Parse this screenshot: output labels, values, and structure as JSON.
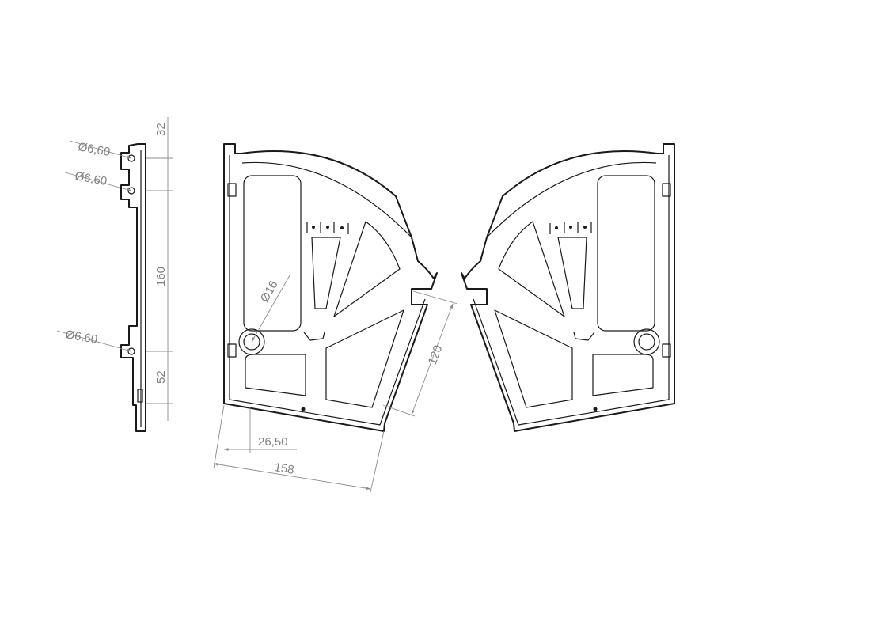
{
  "side_view": {
    "hole_labels": [
      "Ø6,60",
      "Ø6,60",
      "Ø6,60"
    ],
    "dim_top": "32",
    "dim_middle": "160",
    "dim_bottom": "52"
  },
  "left_bracket": {
    "hole_label": "Ø16",
    "dim_slot": "120",
    "dim_offset": "26,50",
    "dim_width": "158"
  }
}
